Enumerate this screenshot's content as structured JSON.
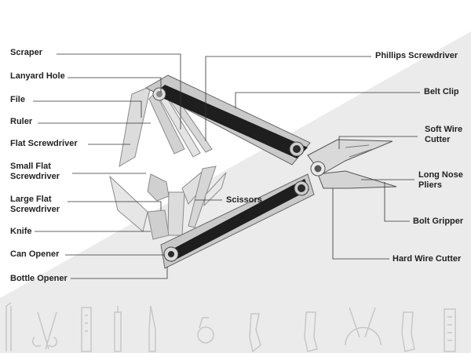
{
  "diagram": {
    "left_labels": [
      {
        "id": "scraper",
        "text": "Scraper"
      },
      {
        "id": "lanyard-hole",
        "text": "Lanyard Hole"
      },
      {
        "id": "file",
        "text": "File"
      },
      {
        "id": "ruler",
        "text": "Ruler"
      },
      {
        "id": "flat-screwdriver",
        "text": "Flat Screwdriver"
      },
      {
        "id": "small-flat-screwdriver",
        "text": "Small Flat\nScrewdriver"
      },
      {
        "id": "large-flat-screwdriver",
        "text": "Large Flat\nScrewdriver"
      },
      {
        "id": "knife",
        "text": "Knife"
      },
      {
        "id": "can-opener",
        "text": "Can Opener"
      },
      {
        "id": "bottle-opener",
        "text": "Bottle Opener"
      }
    ],
    "right_labels": [
      {
        "id": "phillips-screwdriver",
        "text": "Phillips Screwdriver"
      },
      {
        "id": "belt-clip",
        "text": "Belt Clip"
      },
      {
        "id": "soft-wire-cutter",
        "text": "Soft Wire\nCutter"
      },
      {
        "id": "long-nose-pliers",
        "text": "Long Nose\nPliers"
      },
      {
        "id": "bolt-gripper",
        "text": "Bolt Gripper"
      },
      {
        "id": "hard-wire-cutter",
        "text": "Hard Wire Cutter"
      }
    ],
    "center_labels": [
      {
        "id": "scissors",
        "text": "Scissors"
      }
    ]
  }
}
